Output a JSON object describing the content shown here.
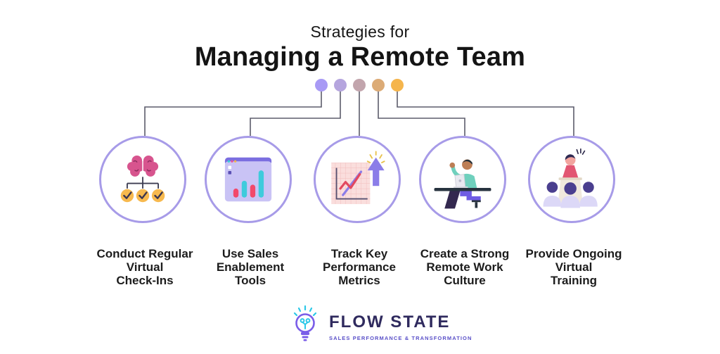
{
  "header": {
    "subtitle": "Strategies for",
    "title": "Managing a Remote Team",
    "dot_colors": [
      "#a89af5",
      "#b5a5de",
      "#c2a5ad",
      "#dcab76",
      "#f5b54c"
    ]
  },
  "cards": [
    {
      "icon": "brain-checklist-icon",
      "label": "Conduct Regular\nVirtual\nCheck-Ins"
    },
    {
      "icon": "bar-chart-window-icon",
      "label": "Use Sales\nEnablement\nTools"
    },
    {
      "icon": "growth-chart-arrow-icon",
      "label": "Track Key\nPerformance\nMetrics"
    },
    {
      "icon": "person-at-desk-icon",
      "label": "Create a Strong\nRemote Work\nCulture"
    },
    {
      "icon": "presenter-audience-icon",
      "label": "Provide Ongoing\nVirtual\nTraining"
    }
  ],
  "footer": {
    "brand": "FLOW STATE",
    "tagline": "SALES PERFORMANCE & TRANSFORMATION"
  },
  "colors": {
    "circle_border": "#a79be8",
    "connector_line": "#5b5b6b",
    "title_text": "#141414",
    "label_text": "#1c1c1c",
    "brand_text": "#2f2a5e",
    "tagline_text": "#5a50c8",
    "brain_pink": "#d7548e",
    "check_amber": "#f7b94e",
    "window_purple": "#7b6ee0",
    "bar_red": "#f2496b",
    "bar_teal": "#3ecbdc",
    "arrow_purple": "#8b7de8",
    "shirt_teal": "#6fd0bd",
    "shirt_red": "#e25672",
    "audience_lavender": "#dcd8f7"
  }
}
